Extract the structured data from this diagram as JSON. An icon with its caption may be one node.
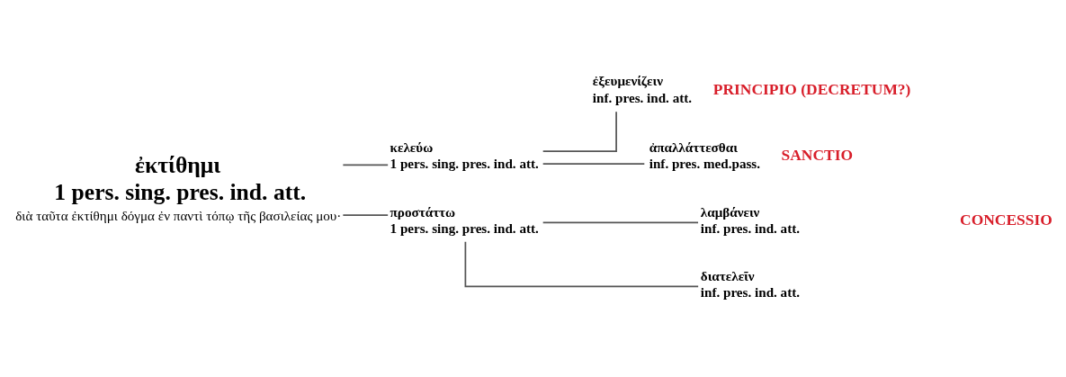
{
  "diagram": {
    "nodes": [
      {
        "text": [
          "ἐκτίθημι",
          "1 pers. sing. pres. ind. att.",
          "διὰ ταῦτα ἐκτίθημι δόγμα ἐν παντὶ τόπῳ τῆς βασιλείας μου·"
        ]
      },
      {
        "text": [
          "κελεύω",
          "1 pers. sing. pres. ind. att."
        ]
      },
      {
        "text": [
          "ἐξευμενίζειν",
          "inf. pres. ind. att."
        ],
        "beside": [
          "PRINCIPIO (DECRETUM?)"
        ]
      },
      {
        "text": [
          "ἀπαλλάττεσθαι",
          "inf. pres. med.pass."
        ],
        "beside": [
          "SANCTIO"
        ]
      },
      {
        "text": [
          "προστάττω",
          "1 pers. sing. pres. ind. att."
        ]
      },
      {
        "text": [
          "λαμβάνειν",
          "inf. pres. ind. att."
        ]
      },
      {
        "text": [
          "διατελεῖν",
          "inf. pres. ind. att."
        ]
      }
    ],
    "edges": [
      {
        "from": 0,
        "to": 1,
        "arrow": "none"
      },
      {
        "from": 0,
        "to": 4,
        "arrow": "none"
      },
      {
        "from": 1,
        "to": 2,
        "arrow": "none"
      },
      {
        "from": 1,
        "to": 3,
        "arrow": "none"
      },
      {
        "from": 4,
        "to": 5,
        "arrow": "none"
      },
      {
        "from": 4,
        "to": 6,
        "arrow": "none"
      }
    ],
    "labels": [
      "CONCESSIO"
    ]
  }
}
